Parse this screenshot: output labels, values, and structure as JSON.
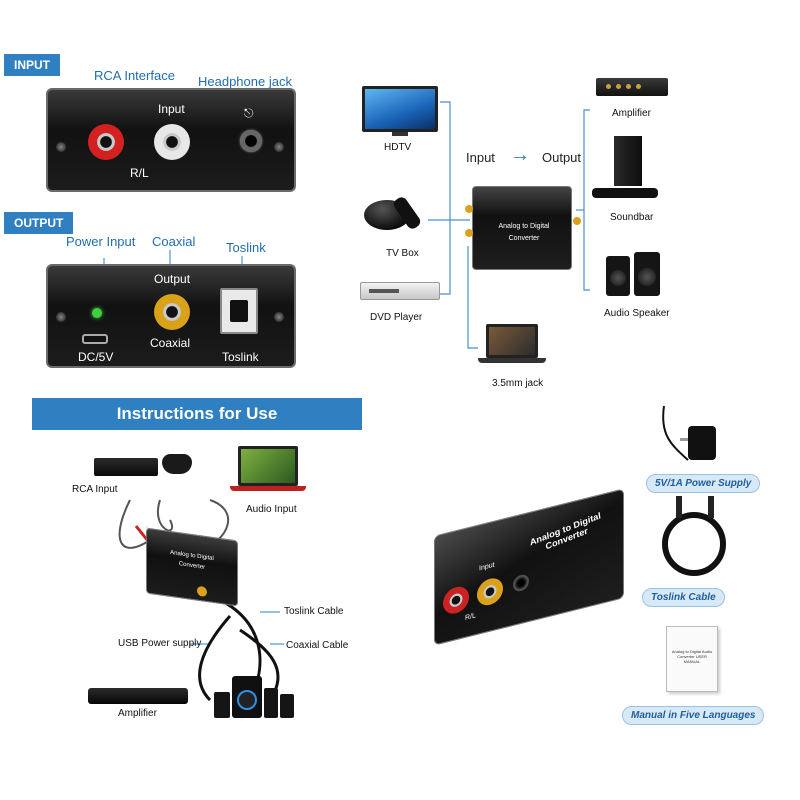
{
  "input_panel": {
    "tag": "INPUT",
    "rca_interface": "RCA Interface",
    "headphone_jack": "Headphone jack",
    "input": "Input",
    "rl": "R/L"
  },
  "output_panel": {
    "tag": "OUTPUT",
    "power_input": "Power Input",
    "coaxial_top": "Coaxial",
    "toslink_top": "Toslink",
    "output": "Output",
    "coaxial": "Coaxial",
    "dc5v": "DC/5V",
    "toslink": "Toslink"
  },
  "connection_diagram": {
    "sources": [
      "HDTV",
      "TV Box",
      "DVD Player"
    ],
    "input_label": "Input",
    "arrow": "→",
    "output_label": "Output",
    "device_label": "Analog to Digital Converter",
    "outputs": [
      "Amplifier",
      "Soundbar",
      "Audio Speaker"
    ],
    "jack": "3.5mm jack"
  },
  "instructions": {
    "title": "Instructions for Use",
    "rca_input": "RCA Input",
    "audio_input": "Audio Input",
    "device_label": "Analog to Digital Converter",
    "toslink_cable": "Toslink Cable",
    "usb_power": "USB Power supply",
    "coaxial_cable": "Coaxial Cable",
    "amplifier": "Amplifier"
  },
  "package": {
    "device_label": "Analog to Digital Converter",
    "device_input": "Input",
    "device_rl": "R/L",
    "power_supply": "5V/1A Power Supply",
    "toslink_cable": "Toslink Cable",
    "manual": "Manual in Five Languages",
    "manual_cover": "Analog to Digital Audio Converter USER MANUAL"
  },
  "colors": {
    "accent_blue": "#2f7fc1",
    "rca_red": "#d32020",
    "rca_white": "#e8e8e8",
    "coax_gold": "#d9a21a",
    "led_green": "#3fcf3f"
  }
}
